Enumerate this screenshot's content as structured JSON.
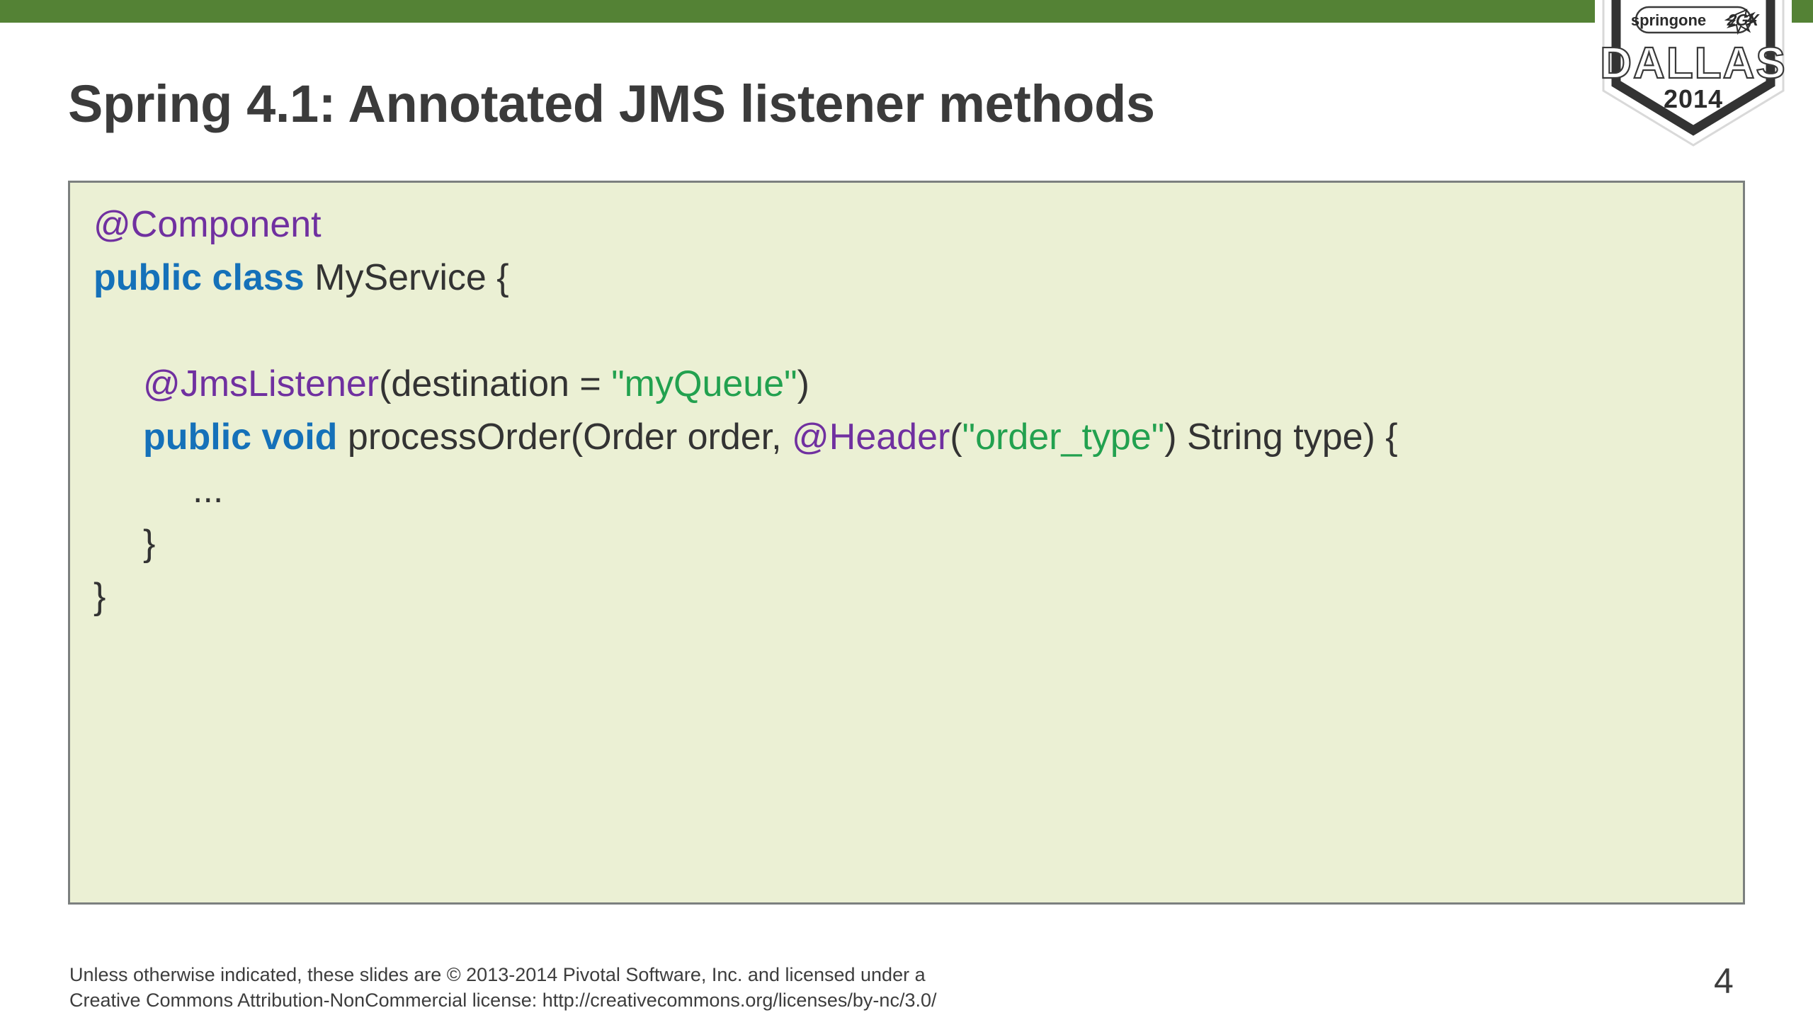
{
  "slide": {
    "title": "Spring 4.1: Annotated JMS listener methods",
    "page_number": "4",
    "band_color": "#548235",
    "code_bg_color": "#ebf0d4",
    "code_border_color": "#7c807f"
  },
  "logo": {
    "brand": "springone",
    "brand_suffix": "2GX",
    "city": "DALLAS",
    "year": "2014"
  },
  "code": {
    "language": "java",
    "colors": {
      "annotation": "#7030a0",
      "keyword": "#1571b9",
      "string": "#22a14f",
      "plain": "#333333"
    },
    "lines": [
      {
        "indent": 0,
        "tokens": [
          {
            "t": "ann",
            "v": "@Component"
          }
        ]
      },
      {
        "indent": 0,
        "tokens": [
          {
            "t": "kw",
            "v": "public class"
          },
          {
            "t": "plain",
            "v": " MyService {"
          }
        ]
      },
      {
        "indent": 0,
        "tokens": []
      },
      {
        "indent": 1,
        "tokens": [
          {
            "t": "ann",
            "v": "@JmsListener"
          },
          {
            "t": "plain",
            "v": "(destination = "
          },
          {
            "t": "str",
            "v": "\"myQueue\""
          },
          {
            "t": "plain",
            "v": ")"
          }
        ]
      },
      {
        "indent": 1,
        "tokens": [
          {
            "t": "kw",
            "v": "public void"
          },
          {
            "t": "plain",
            "v": " processOrder(Order order, "
          },
          {
            "t": "ann",
            "v": "@Header"
          },
          {
            "t": "plain",
            "v": "("
          },
          {
            "t": "str",
            "v": "\"order_type\""
          },
          {
            "t": "plain",
            "v": ") String type) {"
          }
        ]
      },
      {
        "indent": 2,
        "tokens": [
          {
            "t": "plain",
            "v": "..."
          }
        ]
      },
      {
        "indent": 1,
        "tokens": [
          {
            "t": "plain",
            "v": "}"
          }
        ]
      },
      {
        "indent": 0,
        "tokens": [
          {
            "t": "plain",
            "v": "}"
          }
        ]
      }
    ]
  },
  "footer": {
    "line1": "Unless otherwise indicated, these slides are © 2013-2014 Pivotal Software, Inc. and licensed under a",
    "line2": "Creative Commons Attribution-NonCommercial license: http://creativecommons.org/licenses/by-nc/3.0/"
  }
}
